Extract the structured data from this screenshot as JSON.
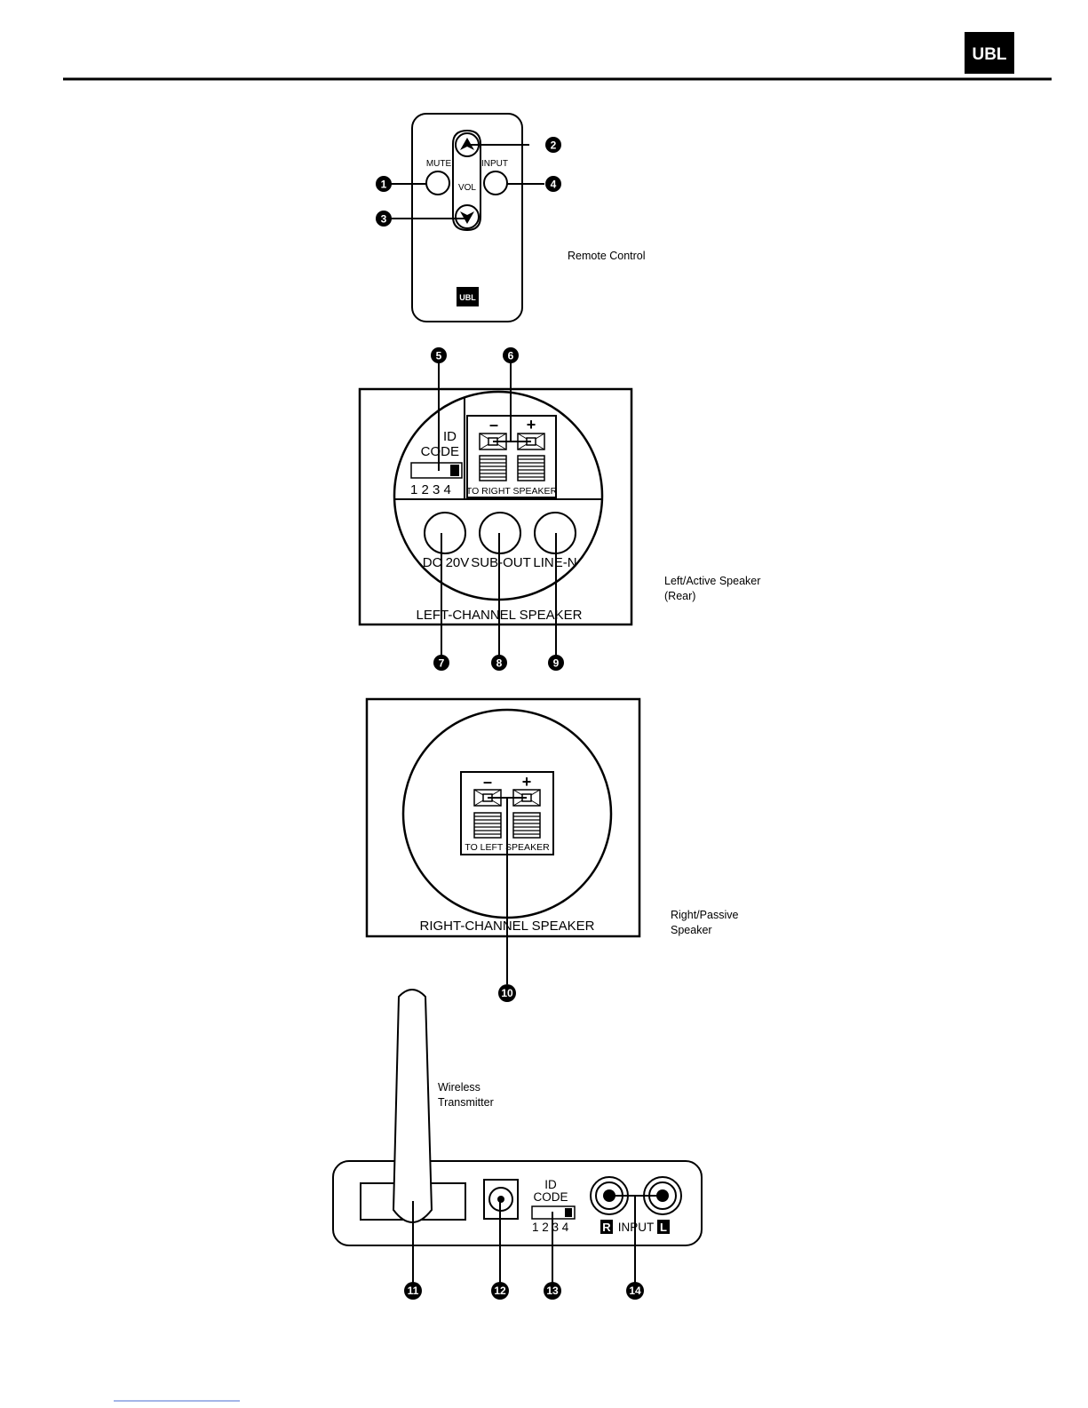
{
  "header": {
    "brand": "UBL"
  },
  "remote": {
    "caption": "Remote Control",
    "mute": "MUTE",
    "input": "INPUT",
    "vol": "VOL",
    "logo": "UBL"
  },
  "left_speaker": {
    "caption_1": "Left/Active Speaker",
    "caption_2": "(Rear)",
    "id_line1": "ID",
    "id_line2": "CODE",
    "id_numbers": "1 2 3 4",
    "minus": "–",
    "plus": "+",
    "terminal_label": "TO RIGHT SPEAKER",
    "dc": "DC 20V",
    "sub_out": "SUB-OUT",
    "line_in": "LINE-N",
    "panel_label": "LEFT-CHANNEL SPEAKER"
  },
  "right_speaker": {
    "caption_1": "Right/Passive",
    "caption_2": "Speaker",
    "minus": "–",
    "plus": "+",
    "terminal_label": "TO LEFT SPEAKER",
    "panel_label": "RIGHT-CHANNEL SPEAKER"
  },
  "transmitter": {
    "caption_1": "Wireless",
    "caption_2": "Transmitter",
    "id_line1": "ID",
    "id_line2": "CODE",
    "id_numbers": "1 2 3 4",
    "r": "R",
    "input": "INPUT",
    "l": "L"
  },
  "callouts": [
    "1",
    "2",
    "3",
    "4",
    "5",
    "6",
    "7",
    "8",
    "9",
    "10",
    "11",
    "12",
    "13",
    "14"
  ]
}
